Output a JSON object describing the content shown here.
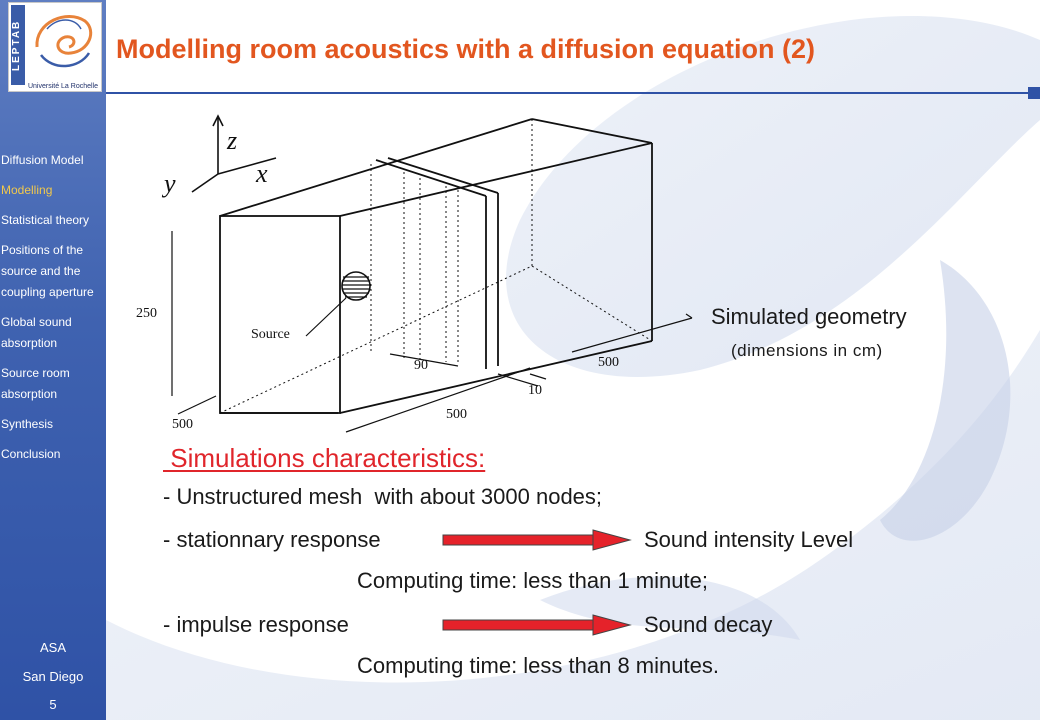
{
  "header": {
    "title": "Modelling room acoustics with a diffusion equation (2)",
    "logo_letters": "LEPTAB",
    "logo_caption": "Université La Rochelle"
  },
  "sidebar": {
    "items": [
      {
        "label": "Diffusion Model",
        "active": false
      },
      {
        "label": "Modelling",
        "active": true
      },
      {
        "label": "Statistical theory",
        "active": false
      },
      {
        "label": "Positions of the source and the coupling aperture",
        "active": false
      },
      {
        "label": "Global sound absorption",
        "active": false
      },
      {
        "label": "Source room absorption",
        "active": false
      },
      {
        "label": "Synthesis",
        "active": false
      },
      {
        "label": "Conclusion",
        "active": false
      }
    ],
    "footer": {
      "line1": "ASA",
      "line2": "San Diego",
      "page": "5"
    }
  },
  "diagram": {
    "axis_z": "z",
    "axis_x": "x",
    "axis_y": "y",
    "dim_height": "250",
    "dim_depth": "500",
    "dim_width": "500",
    "dim_right": "500",
    "dim_aperture": "90",
    "dim_wall": "10",
    "source_label": "Source",
    "caption_title": "Simulated geometry",
    "caption_sub": "(dimensions in cm)"
  },
  "characteristics": {
    "heading": " Simulations characteristics:",
    "mesh": "- Unstructured mesh  with about 3000 nodes;",
    "stationary": "- stationnary response",
    "stationary_result": "Sound intensity Level",
    "stationary_time": "Computing time: less than 1 minute;",
    "impulse": "- impulse response",
    "impulse_result": "Sound decay",
    "impulse_time": "Computing time: less than 8 minutes."
  },
  "colors": {
    "title": "#e2561f",
    "heading": "#e0252b",
    "sidebar": "#2f52a6",
    "active_nav": "#f2c84b",
    "arrow": "#e5222a"
  }
}
